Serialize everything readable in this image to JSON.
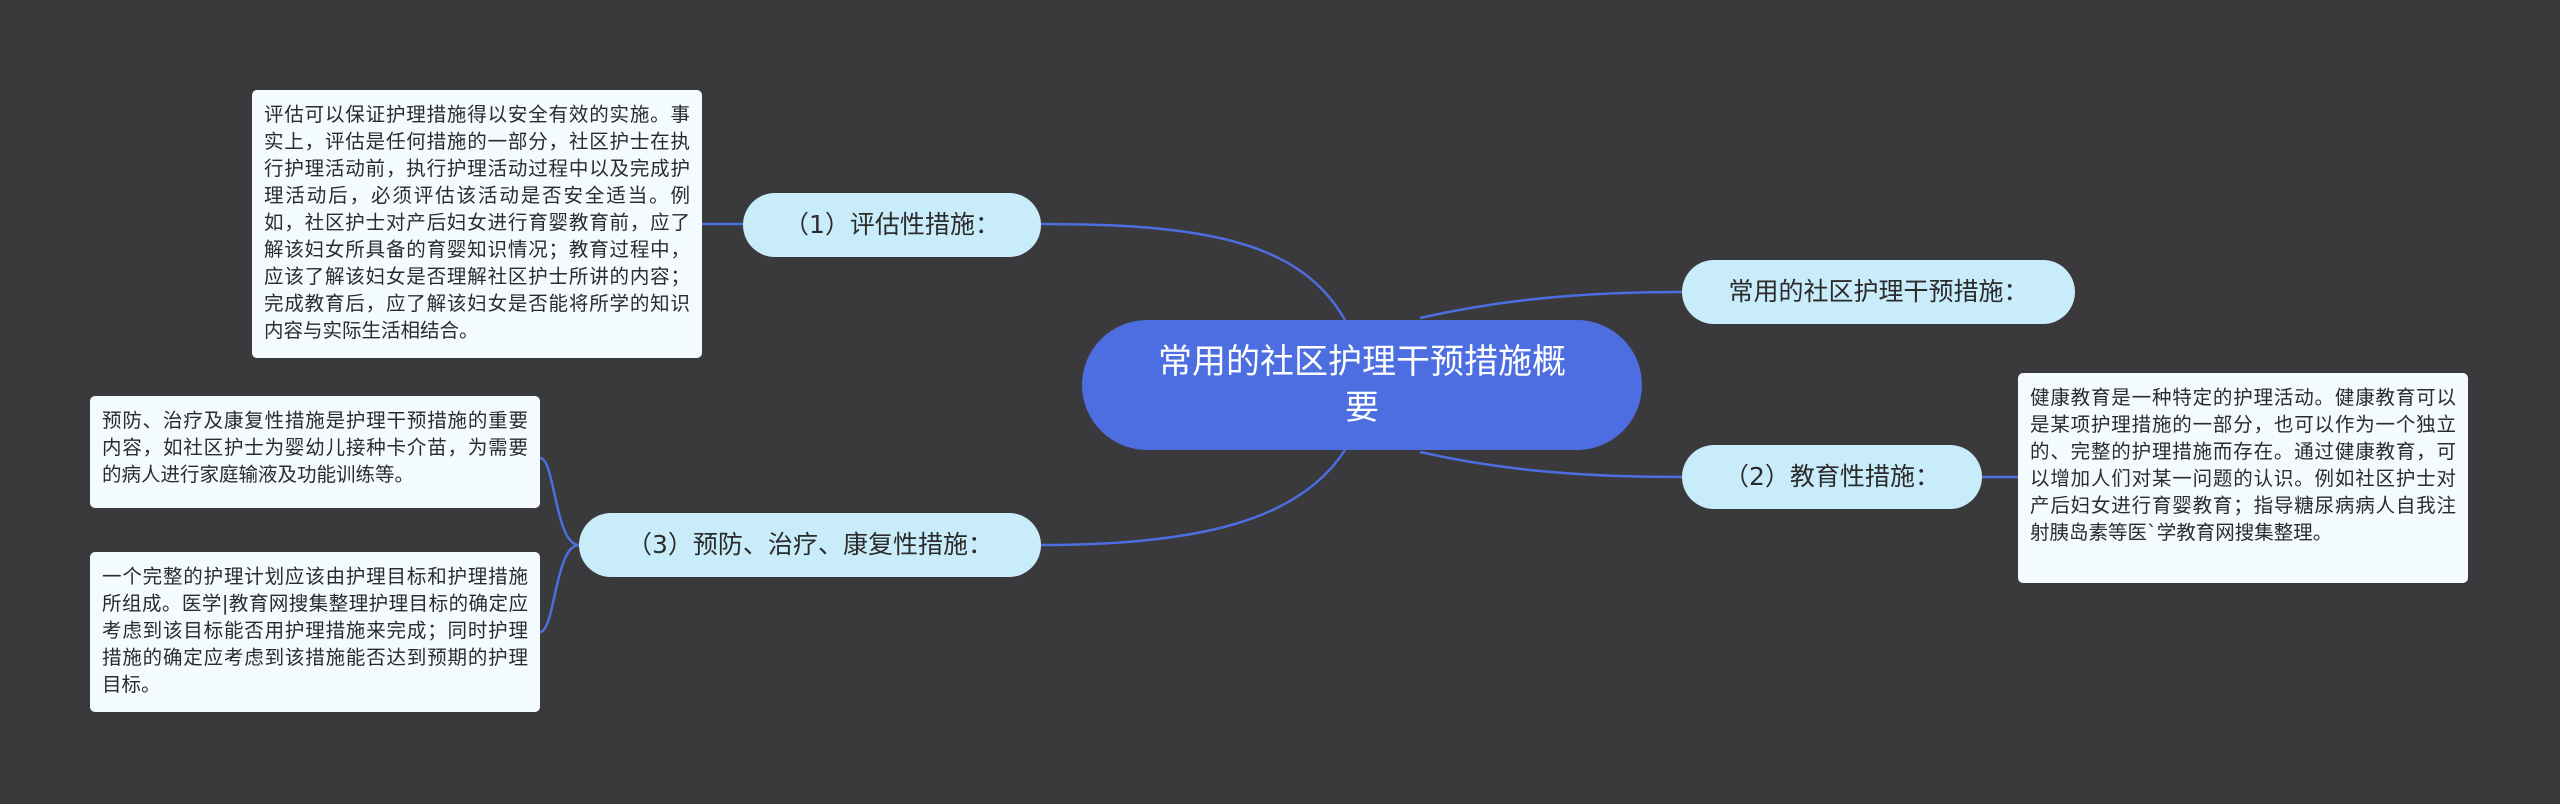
{
  "mindmap": {
    "root": {
      "label": "常用的社区护理干预措施概要"
    },
    "branches": [
      {
        "label": "（1）评估性措施："
      },
      {
        "label": "常用的社区护理干预措施："
      },
      {
        "label": "（2）教育性措施："
      },
      {
        "label": "（3）预防、治疗、康复性措施："
      }
    ],
    "leaves": [
      {
        "text": "评估可以保证护理措施得以安全有效的实施。事实上，评估是任何措施的一部分，社区护士在执行护理活动前，执行护理活动过程中以及完成护理活动后，必须评估该活动是否安全适当。例如，社区护士对产后妇女进行育婴教育前，应了解该妇女所具备的育婴知识情况；教育过程中，应该了解该妇女是否理解社区护士所讲的内容；完成教育后，应了解该妇女是否能将所学的知识内容与实际生活相结合。"
      },
      {
        "text": "健康教育是一种特定的护理活动。健康教育可以是某项护理措施的一部分，也可以作为一个独立的、完整的护理措施而存在。通过健康教育，可以增加人们对某一问题的认识。例如社区护士对产后妇女进行育婴教育；指导糖尿病病人自我注射胰岛素等医`学教育网搜集整理。"
      },
      {
        "text": "预防、治疗及康复性措施是护理干预措施的重要内容，如社区护士为婴幼儿接种卡介苗，为需要的病人进行家庭输液及功能训练等。"
      },
      {
        "text": "一个完整的护理计划应该由护理目标和护理措施所组成。医学|教育网搜集整理护理目标的确定应考虑到该目标能否用护理措施来完成；同时护理措施的确定应考虑到该措施能否达到预期的护理目标。"
      }
    ]
  },
  "colors": {
    "background": "#3a393b",
    "root": "#4c6ee0",
    "branch": "#c9ecfb",
    "leaf": "#f3fbfe",
    "connector": "#4c6ee0"
  }
}
